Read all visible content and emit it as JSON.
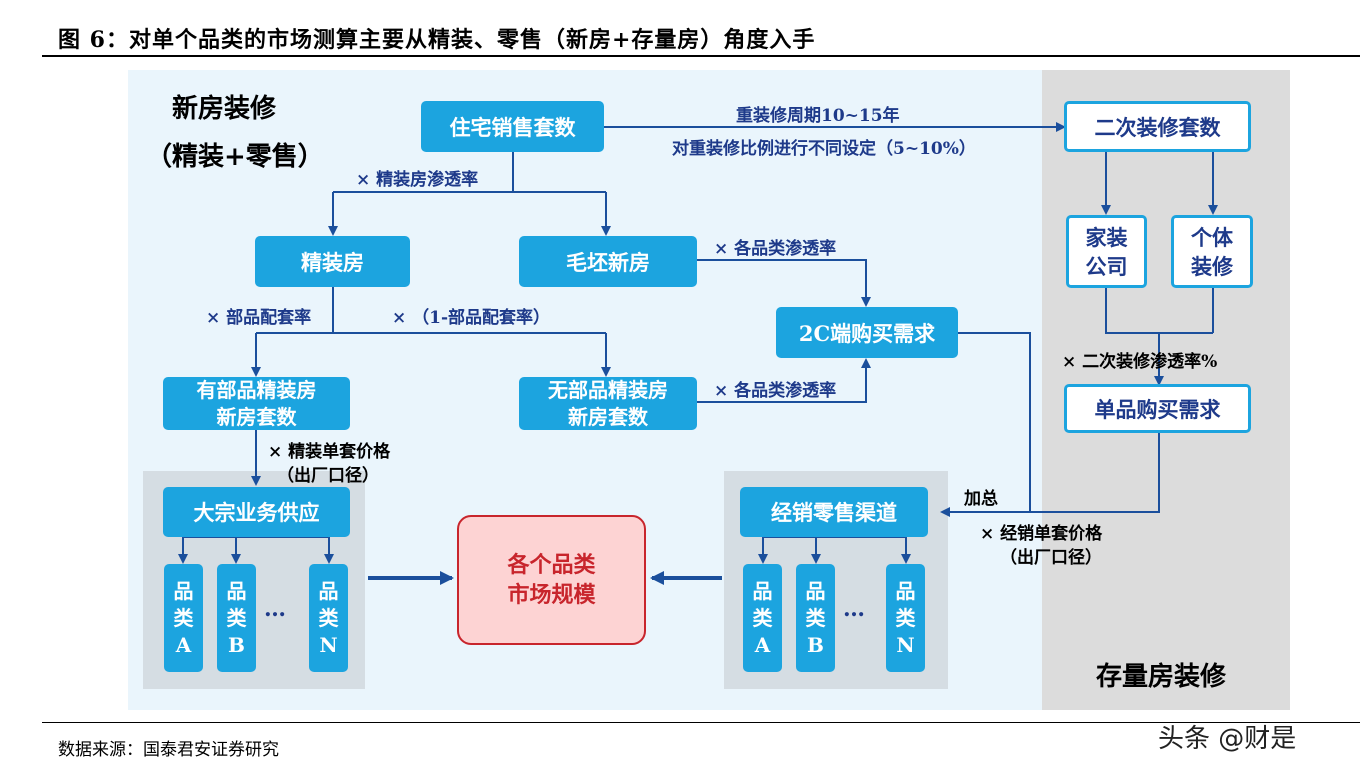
{
  "title": "图 6：对单个品类的市场测算主要从精装、零售（新房+存量房）角度入手",
  "source": "数据来源：国泰君安证券研究",
  "watermark": "头条 @财是",
  "sections": {
    "new_title": "新房装修",
    "new_subtitle": "（精装+零售）",
    "stock_title": "存量房装修"
  },
  "nodes": {
    "sales": "住宅销售套数",
    "fine": "精装房",
    "rough": "毛坯新房",
    "demand_2c": "2C端购买需求",
    "with_parts_l1": "有部品精装房",
    "with_parts_l2": "新房套数",
    "no_parts_l1": "无部品精装房",
    "no_parts_l2": "新房套数",
    "bulk": "大宗业务供应",
    "retail": "经销零售渠道",
    "market_l1": "各个品类",
    "market_l2": "市场规模",
    "second_reno": "二次装修套数",
    "company_l1": "家装",
    "company_l2": "公司",
    "individual_l1": "个体",
    "individual_l2": "装修",
    "single_demand": "单品购买需求"
  },
  "categories_left": [
    {
      "a": "品",
      "b": "类",
      "c": "A"
    },
    {
      "a": "品",
      "b": "类",
      "c": "B"
    },
    {
      "a": "品",
      "b": "类",
      "c": "N"
    }
  ],
  "categories_right": [
    {
      "a": "品",
      "b": "类",
      "c": "A"
    },
    {
      "a": "品",
      "b": "类",
      "c": "B"
    },
    {
      "a": "品",
      "b": "类",
      "c": "N"
    }
  ],
  "ellipsis": "…",
  "labels": {
    "reno_cycle": "重装修周期10~15年",
    "reno_ratio": "对重装修比例进行不同设定（5~10%）",
    "fine_rate": "× 精装房渗透率",
    "cat_rate_1": "× 各品类渗透率",
    "parts_rate": "× 部品配套率",
    "one_minus_parts": "× （1-部品配套率）",
    "cat_rate_2": "× 各品类渗透率",
    "fine_price_l1": "× 精装单套价格",
    "fine_price_l2": "（出厂口径）",
    "sum": "加总",
    "dist_price_l1": "× 经销单套价格",
    "dist_price_l2": "（出厂口径）",
    "second_rate": "× 二次装修渗透率%"
  },
  "colors": {
    "box_blue": "#1ca4df",
    "arrow_blue": "#1b4f9c",
    "label_navy": "#1e3a8a",
    "market_red": "#c8252c",
    "market_fill": "#fdd3d3",
    "panel_light": "#eaf5fc",
    "panel_gray": "#dcdcdc"
  }
}
